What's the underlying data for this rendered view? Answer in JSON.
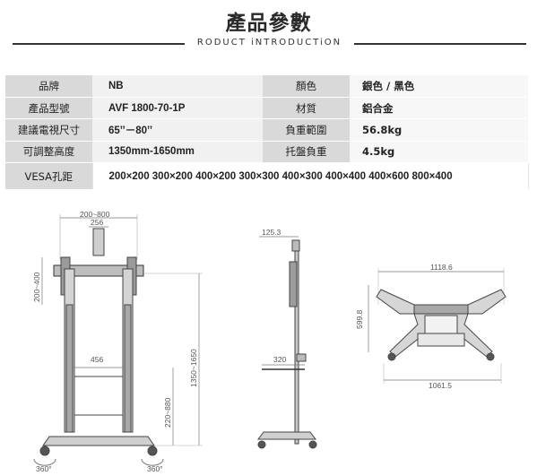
{
  "header": {
    "title": "產品參數",
    "subtitle": "RODUCT  iNTRODUCTiON"
  },
  "specs": [
    {
      "label": "品牌",
      "value": "NB",
      "label2": "顏色",
      "value2": "銀色 / 黑色"
    },
    {
      "label": "產品型號",
      "value": "AVF 1800-70-1P",
      "label2": "材質",
      "value2": "鋁合金"
    },
    {
      "label": "建議電視尺寸",
      "value": "65’’－80’’",
      "label2": "負重範圍",
      "value2": "56.8kg"
    },
    {
      "label": "可調整高度",
      "value": "1350mm-1650mm",
      "label2": "托盤負重",
      "value2": "4.5kg"
    }
  ],
  "vesa": {
    "label": "VESA孔距",
    "value": "200×200 300×200 400×200 300×300 400×300 400×400 400×600 800×400"
  },
  "dimensions": {
    "front_width": "200~800",
    "front_center": "256",
    "front_side": "200~400",
    "front_tray": "456",
    "front_height": "1350~1650",
    "front_tray_height": "220~880",
    "caster_left": "360°",
    "caster_right": "360°",
    "side_top": "125.3",
    "side_tray": "320",
    "top_width": "1118.6",
    "top_depth": "599.8",
    "top_base": "1061.5"
  }
}
